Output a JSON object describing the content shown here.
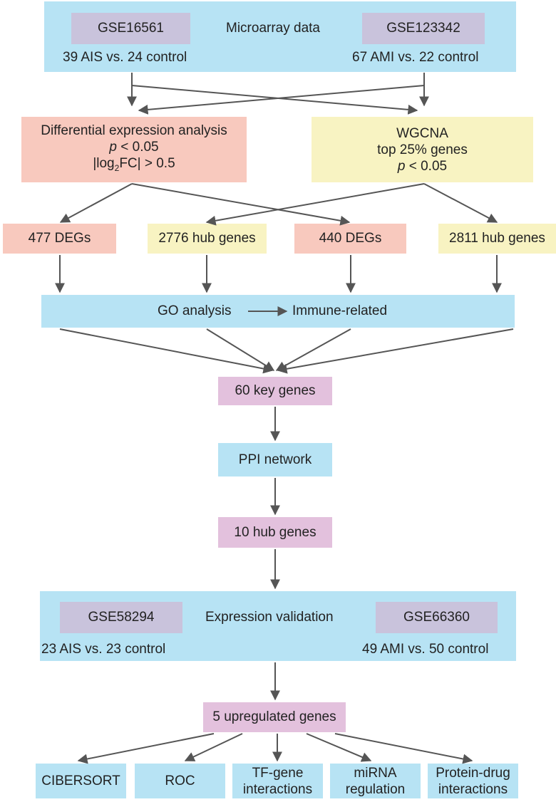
{
  "top": {
    "left_dataset": "GSE16561",
    "center_label": "Microarray data",
    "right_dataset": "GSE123342",
    "left_samples": "39 AIS vs. 24 control",
    "right_samples": "67 AMI vs. 22 control"
  },
  "diff_expr": {
    "line1": "Differential expression analysis",
    "line2_p": "p",
    "line2_rest": " < 0.05",
    "line3_pre": "|log",
    "line3_sub": "2",
    "line3_post": "FC| > 0.5"
  },
  "wgcna": {
    "line1": "WGCNA",
    "line2": "top 25% genes",
    "line3_p": "p",
    "line3_rest": " < 0.05"
  },
  "row_results": [
    "477 DEGs",
    "2776 hub genes",
    "440 DEGs",
    "2811 hub genes"
  ],
  "go": {
    "left": "GO analysis",
    "right": "Immune-related"
  },
  "key_genes": "60 key genes",
  "ppi": "PPI network",
  "hub_genes": "10 hub genes",
  "validation": {
    "left_dataset": "GSE58294",
    "center_label": "Expression validation",
    "right_dataset": "GSE66360",
    "left_samples": "23 AIS vs. 23 control",
    "right_samples": "49 AMI vs. 50 control"
  },
  "upregulated": "5 upregulated genes",
  "outputs": {
    "cibersort": "CIBERSORT",
    "roc": "ROC",
    "tf_line1": "TF-gene",
    "tf_line2": "interactions",
    "mirna_line1": "miRNA",
    "mirna_line2": "regulation",
    "pd_line1": "Protein-drug",
    "pd_line2": "interactions"
  },
  "colors": {
    "blue": "#b7e3f4",
    "salmon": "#f8c9be",
    "yellow": "#f8f3c2",
    "purple": "#c9c3dc",
    "mauve": "#e3c1dd",
    "arrow": "#555555"
  }
}
